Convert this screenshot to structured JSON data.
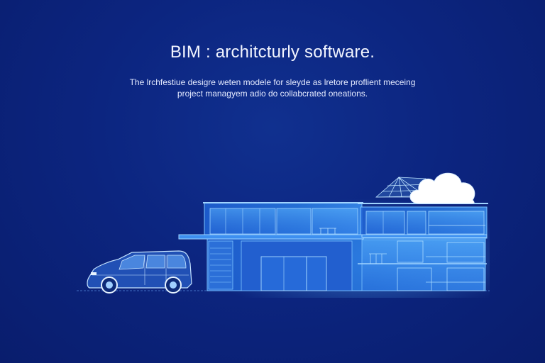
{
  "hero": {
    "title": "BIM : architcturly software.",
    "subtitle_line1": "The lrchfestiue desigre weten modele for sleyde as lretore proflient meceing",
    "subtitle_line2": "project managyem adio do collabcrated oneations."
  },
  "colors": {
    "background": "#0c2580",
    "building_glow": "#3aa0ff",
    "line": "#7cc4ff",
    "cloud": "#ffffff"
  },
  "illustration": {
    "icons": [
      "car-icon",
      "building-icon",
      "cloud-icon",
      "dome-icon"
    ]
  }
}
